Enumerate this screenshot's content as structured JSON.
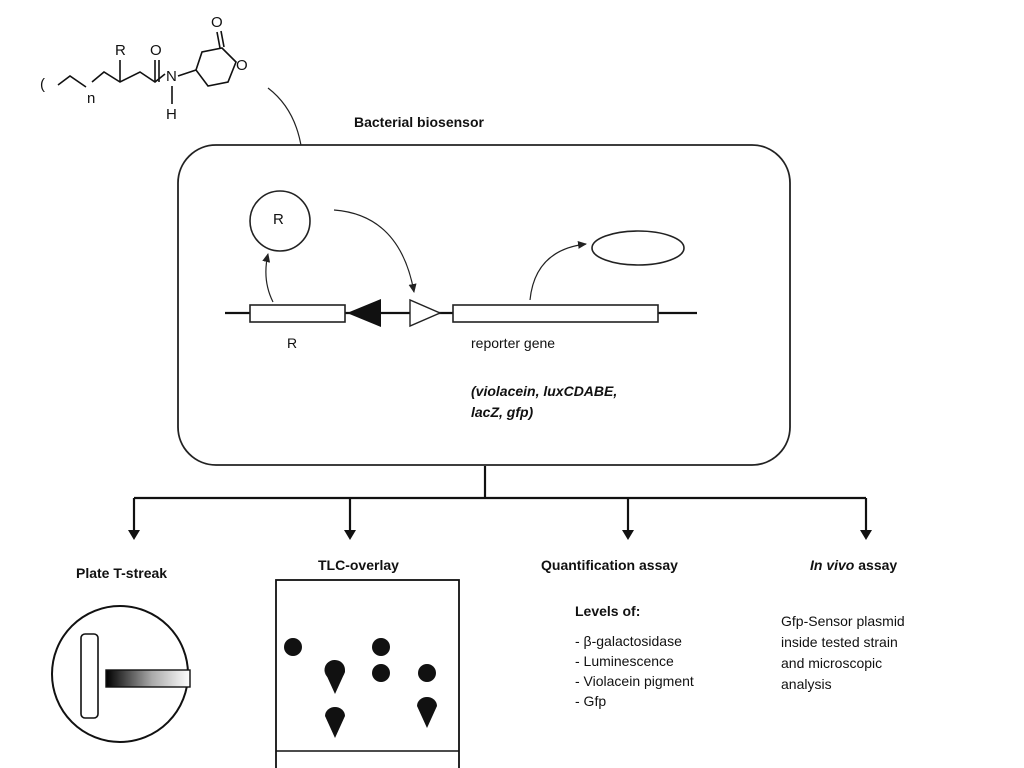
{
  "molecule": {
    "r_label": "R",
    "n_label": "n",
    "o_top_label": "O",
    "o_carbonyl_label": "O",
    "o_ring_label": "O",
    "n_atom_label": "N",
    "h_label": "H",
    "bracket_label": "("
  },
  "biosensor": {
    "title": "Bacterial biosensor",
    "receptor_label": "R",
    "gene_r_label": "R",
    "reporter_label": "reporter gene",
    "reporter_variants_line1": "(violacein, luxCDABE,",
    "reporter_variants_line2": "lacZ, gfp)"
  },
  "assays": {
    "plate": {
      "title": "Plate T-streak"
    },
    "tlc": {
      "title": "TLC-overlay"
    },
    "quant": {
      "title": "Quantification assay",
      "levels_heading": "Levels of:",
      "items": [
        "- β-galactosidase",
        "- Luminescence",
        "- Violacein pigment",
        "- Gfp"
      ]
    },
    "invivo": {
      "title_italic": "In vivo",
      "title_rest": " assay",
      "lines": [
        "Gfp-Sensor plasmid",
        "inside tested strain",
        "and microscopic",
        "analysis"
      ]
    }
  }
}
